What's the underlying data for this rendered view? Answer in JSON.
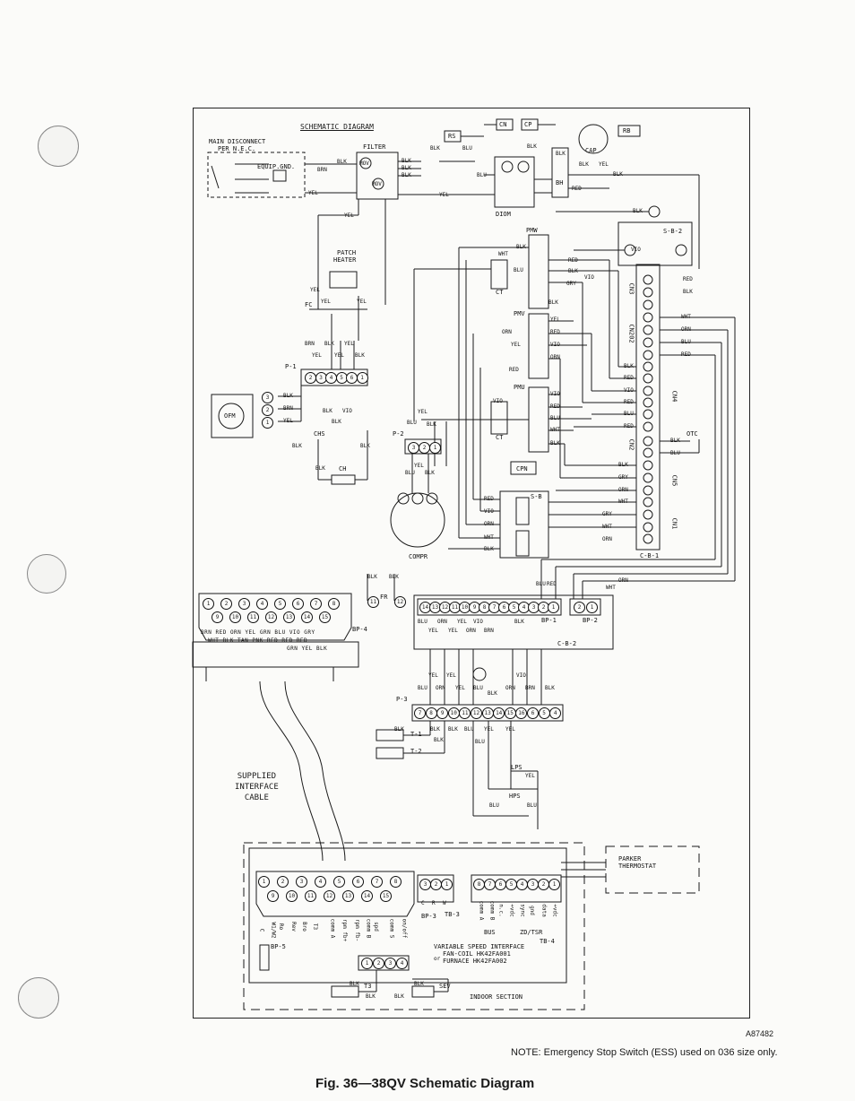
{
  "diagram": {
    "title": "SCHEMATIC DIAGRAM",
    "figure_caption": "Fig. 36—38QV Schematic Diagram",
    "figure_id": "A87482",
    "note": "NOTE:  Emergency Stop Switch (ESS) used on 036 size only.",
    "supplied_cable": [
      "SUPPLIED",
      "INTERFACE",
      "CABLE"
    ],
    "components": {
      "main_disconnect": [
        "MAIN DISCONNECT",
        "PER N.E.C."
      ],
      "equip_gnd": "EQUIP.GND.",
      "filter": "FILTER",
      "mov": "MOV",
      "patch_heater": [
        "PATCH",
        "HEATER"
      ],
      "fc": "FC",
      "p1": "P-1",
      "p2": "P-2",
      "p3": "P-3",
      "ofm": "OFM",
      "chs": "CHS",
      "ch": "CH",
      "compr": "COMPR",
      "cpn": "CPN",
      "ct": "CT",
      "pmw": "PMW",
      "pmv": "PMV",
      "pmu": "PMU",
      "diom": "DIOM",
      "rs": "RS",
      "cn": "CN",
      "cp": "CP",
      "rb": "RB",
      "cap": "CAP",
      "bh": "BH",
      "sb2": "S-B-2",
      "sb": "S-B",
      "cb1": "C-B-1",
      "cb2": "C-B-2",
      "cn3": "CN3",
      "cn202": "CN202",
      "cn4": "CN4",
      "cn2": "CN2",
      "cn5": "CN5",
      "cn1": "CN1",
      "otc": "OTC",
      "fr": "FR",
      "bp1": "BP-1",
      "bp2": "BP-2",
      "bp3": "BP-3",
      "bp4": "BP-4",
      "bp5": "BP-5",
      "t1": "T-1",
      "t2": "T-2",
      "t3": "T3",
      "lps": "LPS",
      "hps": "HPS",
      "sev": "SEV",
      "tb3": "TB-3",
      "tb4": "TB-4",
      "bus": "BUS",
      "zd_tsr": "ZD/TSR",
      "parker_thermostat": [
        "PARKER",
        "THERMOSTAT"
      ],
      "vsi": [
        "VARIABLE SPEED INTERFACE",
        "FAN-COIL HK42FA001",
        "FURNACE HK42FA002"
      ],
      "vsi_or": "or",
      "indoor_section": "INDOOR SECTION"
    },
    "wire_colors": [
      "BLK",
      "BLU",
      "BRN",
      "GRN",
      "GRY",
      "ORN",
      "PNK",
      "RED",
      "TAN",
      "VIO",
      "WHT",
      "YEL"
    ],
    "bp4_row1_colors": [
      "BRN",
      "RED",
      "ORN",
      "YEL",
      "GRN",
      "BLU",
      "VIO",
      "GRY"
    ],
    "bp4_row2_colors": [
      "WHT",
      "BLK",
      "TAN",
      "PNK",
      "RED",
      "RED",
      "RED"
    ],
    "bp4_row3_colors": [
      "GRN",
      "YEL",
      "BLK"
    ],
    "vsi_pin_labels": [
      "C",
      "W1/W2",
      "Ro",
      "Rev",
      "Bro",
      "T3",
      "comm A",
      "rpm fb+",
      "rpm fb-",
      "comm B",
      "spd",
      "comm S",
      "on/off"
    ],
    "tb3_labels": [
      "C",
      "R",
      "W"
    ],
    "tb4_labels": [
      "+vdc",
      "data",
      "gnd",
      "sync",
      "+vdc",
      "n.c.",
      "comm B",
      "comm A"
    ],
    "bp4_pins_top": [
      "1",
      "2",
      "3",
      "4",
      "5",
      "6",
      "7",
      "8"
    ],
    "bp4_pins_bottom": [
      "9",
      "10",
      "11",
      "12",
      "13",
      "14",
      "15"
    ],
    "bp1_pins": [
      "14",
      "13",
      "12",
      "11",
      "10",
      "9",
      "8",
      "7",
      "6",
      "5",
      "4",
      "3",
      "2",
      "1"
    ],
    "bp2_pins": [
      "2",
      "1"
    ],
    "p3_pins": [
      "7",
      "8",
      "9",
      "10",
      "11",
      "12",
      "13",
      "14",
      "15",
      "16",
      "6",
      "5",
      "4"
    ],
    "p1_pins": [
      "2",
      "3",
      "4",
      "5",
      "6",
      "1"
    ],
    "ofm_pins": [
      "3",
      "2",
      "1"
    ],
    "p2_pins": [
      "3",
      "2",
      "1"
    ],
    "fr_pins": [
      "11",
      "12"
    ],
    "vsi_pins_top": [
      "1",
      "2",
      "3",
      "4",
      "5",
      "6",
      "7",
      "8"
    ],
    "vsi_pins_bottom": [
      "9",
      "10",
      "11",
      "12",
      "13",
      "14",
      "15"
    ],
    "tb3_pins": [
      "3",
      "2",
      "1"
    ],
    "tb4_pins": [
      "8",
      "7",
      "6",
      "5",
      "4",
      "3",
      "2",
      "1"
    ],
    "bp5_pins": [
      "1",
      "2",
      "3",
      "4"
    ]
  }
}
